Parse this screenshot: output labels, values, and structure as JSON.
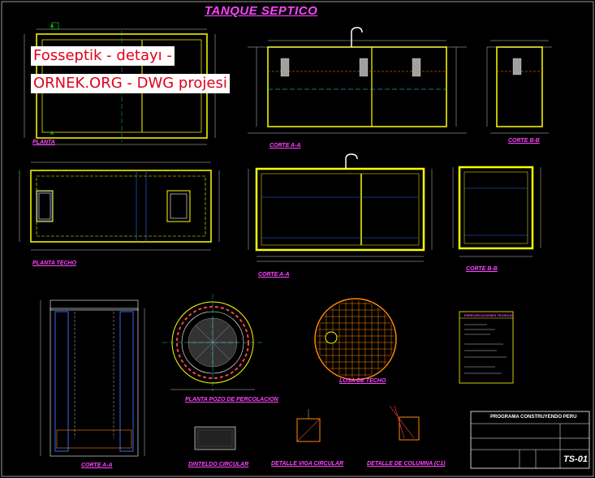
{
  "drawing": {
    "title": "TANQUE SEPTICO",
    "watermark_line1": "Fosseptik - detayı -",
    "watermark_line2": "ORNEK.ORG - DWG projesi"
  },
  "views": {
    "planta": "PLANTA",
    "corte_aa_top": "CORTE A-A",
    "corte_bb_top": "CORTE B-B",
    "planta_techo": "PLANTA TECHO",
    "corte_aa_mid": "CORTE A-A",
    "corte_bb_mid": "CORTE B-B",
    "corte_aa_bottom": "CORTE A-A",
    "planta_pozo": "PLANTA POZO DE PERCOLACION",
    "losa_techo": "LOSA DE TECHO",
    "dinteldo": "DINTELDO CIRCULAR",
    "detalle_viga": "DETALLE VIGA CIRCULAR",
    "detalle_columna": "DETALLE DE COLUMNA (C1)"
  },
  "specs": {
    "heading": "ESPECIFICACIONES TECNICAS"
  },
  "title_block": {
    "program": "PROGRAMA CONSTRUYENDO PERU",
    "sheet_number": "TS-01"
  },
  "colors": {
    "background": "#000000",
    "title": "#ff44ff",
    "walls": "#ffff00",
    "dimensions": "#ffffff",
    "cut_lines": "#00ffff",
    "hatch": "#ff8800",
    "rebar": "#3366ff",
    "watermark_text": "#e0001a"
  }
}
